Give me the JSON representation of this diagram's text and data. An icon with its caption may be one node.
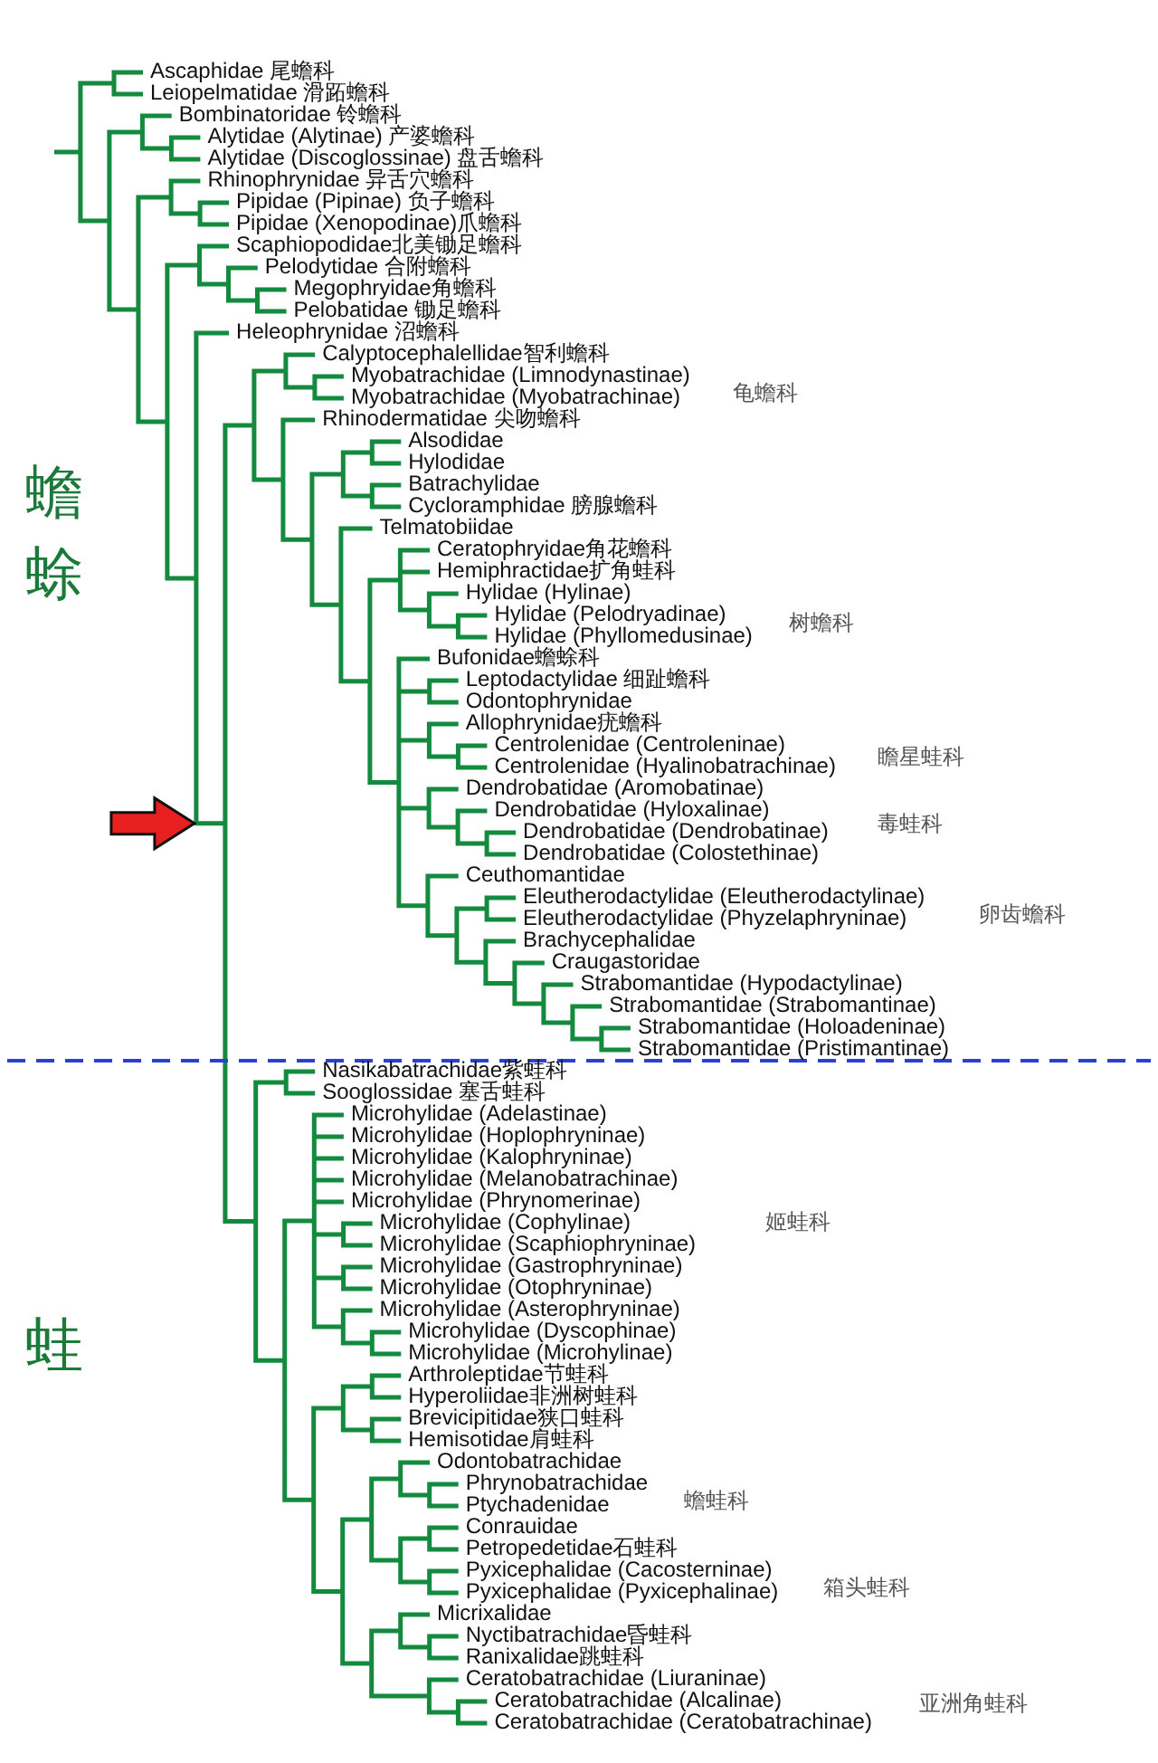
{
  "diagram": {
    "labels": [
      "蟾蜍",
      "蛙",
      "Ascaphidae 尾蟾科",
      "Leiopelmatidae 滑跖蟾科",
      "Bombinatoridae 铃蟾科",
      "Alytidae (Alytinae) 产婆蟾科",
      "Alytidae (Discoglossinae) 盘舌蟾科",
      "Rhinophrynidae 异舌穴蟾科",
      "Pipidae (Pipinae) 负子蟾科",
      "Pipidae (Xenopodinae)爪蟾科",
      "Scaphiopodidae北美锄足蟾科",
      "Pelodytidae 合附蟾科",
      "Megophryidae角蟾科",
      "Pelobatidae 锄足蟾科",
      "Heleophrynidae 沼蟾科",
      "Calyptocephalellidae智利蟾科",
      "Myobatrachidae (Limnodynastinae)",
      "Myobatrachidae (Myobatrachinae)",
      "龟蟾科",
      "Rhinodermatidae 尖吻蟾科",
      "Alsodidae",
      "Hylodidae",
      "Batrachylidae",
      "Cycloramphidae 膀腺蟾科",
      "Telmatobiidae",
      "Ceratophryidae角花蟾科",
      "Hemiphractidae扩角蛙科",
      "Hylidae (Hylinae)",
      "Hylidae (Pelodryadinae)",
      "树蟾科",
      "Hylidae (Phyllomedusinae)",
      "Bufonidae蟾蜍科",
      "Leptodactylidae 细趾蟾科",
      "Odontophrynidae",
      "Allophrynidae疣蟾科",
      "Centrolenidae (Centroleninae)",
      "瞻星蛙科",
      "Centrolenidae (Hyalinobatrachinae)",
      "Dendrobatidae (Aromobatinae)",
      "Dendrobatidae (Hyloxalinae)",
      "毒蛙科",
      "Dendrobatidae (Dendrobatinae)",
      "Dendrobatidae (Colostethinae)",
      "Ceuthomantidae",
      "Eleutherodactylidae (Eleutherodactylinae)",
      "卵齿蟾科",
      "Eleutherodactylidae (Phyzelaphryninae)",
      "Brachycephalidae",
      "Craugastoridae",
      "Strabomantidae (Hypodactylinae)",
      "Strabomantidae (Strabomantinae)",
      "Strabomantidae (Holoadeninae)",
      "Strabomantidae (Pristimantinae)",
      "Nasikabatrachidae紫蛙科",
      "Sooglossidae 塞舌蛙科",
      "Microhylidae (Adelastinae)",
      "Microhylidae (Hoplophryninae)",
      "Microhylidae (Kalophryninae)",
      "Microhylidae (Melanobatrachinae)",
      "Microhylidae (Phrynomerinae)",
      "姬蛙科",
      "Microhylidae (Cophylinae)",
      "Microhylidae (Scaphiophryninae)",
      "Microhylidae (Gastrophryninae)",
      "Microhylidae (Otophryninae)",
      "Microhylidae (Asterophryninae)",
      "Microhylidae (Dyscophinae)",
      "Microhylidae (Microhylinae)",
      "Arthroleptidae节蛙科",
      "Hyperoliidae非洲树蛙科",
      "Brevicipitidae狭口蛙科",
      "Hemisotidae肩蛙科",
      "Odontobatrachidae",
      "Phrynobatrachidae",
      "蟾蛙科",
      "Ptychadenidae",
      "Conrauidae",
      "Petropedetidae石蛙科",
      "Pyxicephalidae (Cacosterninae)",
      "箱头蛙科",
      "Pyxicephalidae (Pyxicephalinae)",
      "Micrixalidae",
      "Nyctibatrachidae昏蛙科",
      "Ranixalidae跳蛙科",
      "Ceratobatrachidae (Liuraninae)",
      "亚洲角蛙科",
      "Ceratobatrachidae (Alcalinae)",
      "Ceratobatrachidae (Ceratobatrachinae)"
    ]
  }
}
